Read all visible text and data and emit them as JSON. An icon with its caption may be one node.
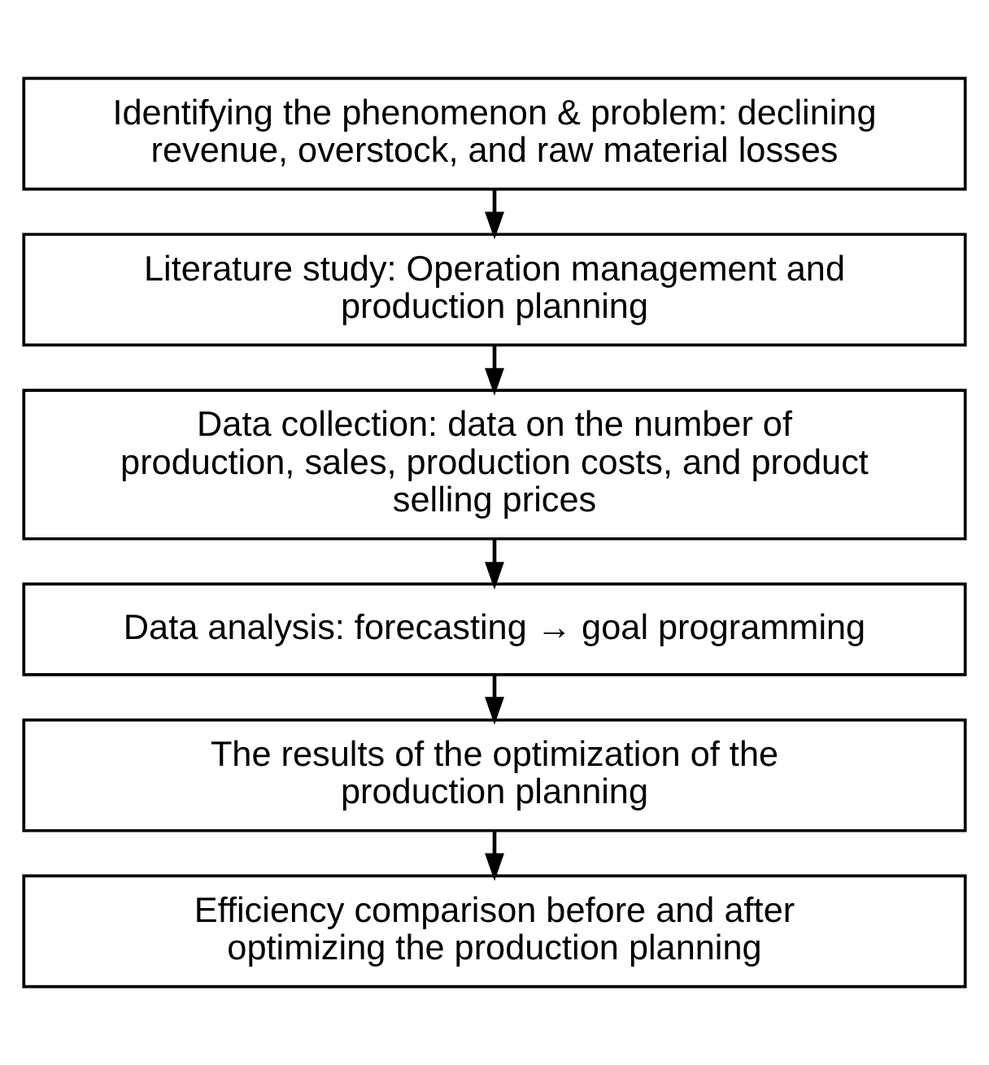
{
  "diagram": {
    "nodes": [
      {
        "text": [
          "Identifying the phenomenon & problem: declining revenue, overstock, and raw material losses"
        ]
      },
      {
        "text": [
          "Literature study: Operation management and production planning"
        ]
      },
      {
        "text": [
          "Data collection: data on the number of production, sales, production costs, and product selling prices"
        ]
      },
      {
        "text": [
          "Data analysis: forecasting → goal programming"
        ]
      },
      {
        "text": [
          "The results of the optimization of the production planning"
        ]
      },
      {
        "text": [
          "Efficiency comparison before and after optimizing the production planning"
        ]
      }
    ],
    "edges": [
      {
        "from": 0,
        "to": 1,
        "arrow": "to"
      },
      {
        "from": 1,
        "to": 2,
        "arrow": "to"
      },
      {
        "from": 2,
        "to": 3,
        "arrow": "to"
      },
      {
        "from": 3,
        "to": 4,
        "arrow": "to"
      },
      {
        "from": 4,
        "to": 5,
        "arrow": "to"
      }
    ]
  }
}
